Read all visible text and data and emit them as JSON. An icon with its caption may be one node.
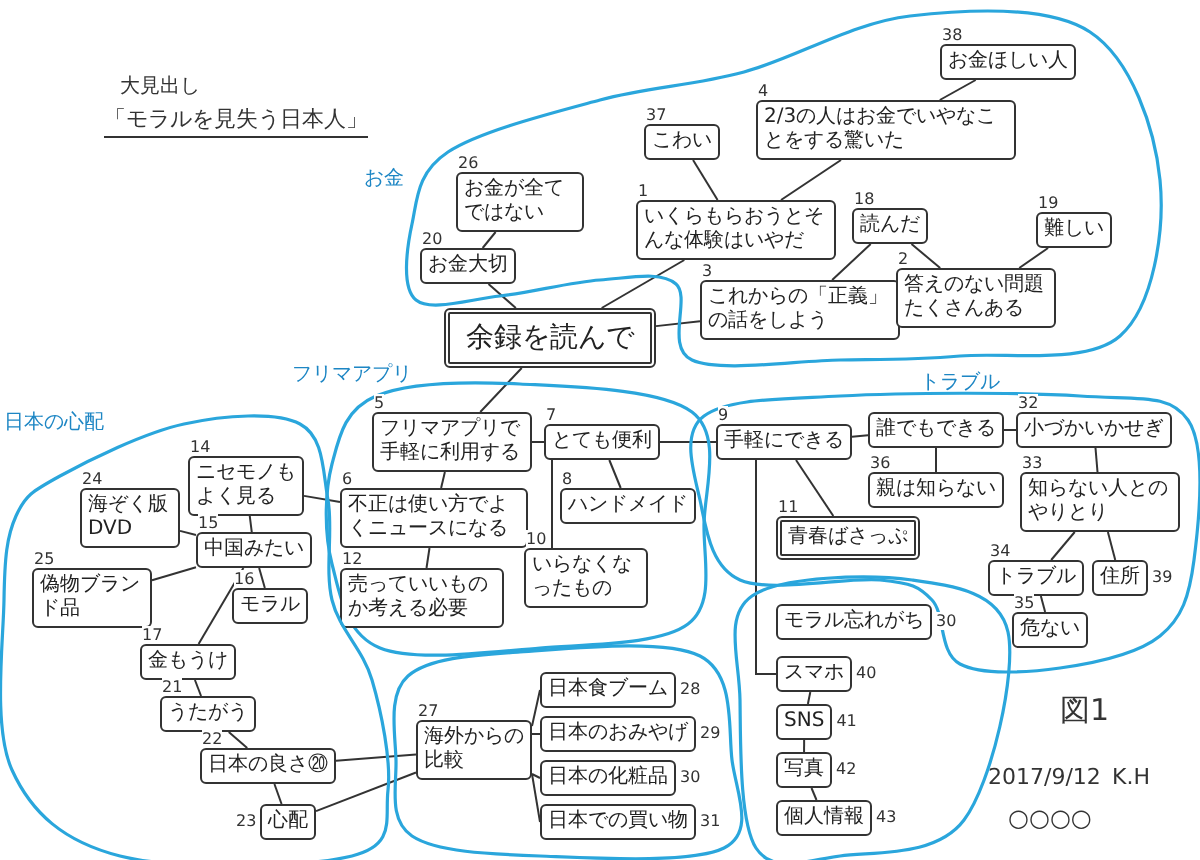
{
  "diagram": {
    "title": "「モラルを見失う日本人」",
    "nodes": [
      {
        "text": [
          "お金"
        ]
      },
      {
        "text": [
          "お金が全てではない"
        ],
        "beside": [
          "26"
        ],
        "in": 0
      },
      {
        "text": [
          "こわい"
        ],
        "beside": [
          "37"
        ],
        "in": 0
      },
      {
        "text": [
          "お金ほしい人"
        ],
        "beside": [
          "38"
        ],
        "in": 0
      },
      {
        "text": [
          "2/3の人はお金でいやなことをする驚いた"
        ],
        "beside": [
          "4"
        ],
        "in": 0
      },
      {
        "text": [
          "いくらもらおうとそんな体験はいやだ"
        ],
        "beside": [
          "1"
        ],
        "in": 0
      },
      {
        "text": [
          "お金大切"
        ],
        "beside": [
          "20"
        ],
        "in": 0
      },
      {
        "text": [
          "読んだ"
        ],
        "beside": [
          "18"
        ],
        "in": 0
      },
      {
        "text": [
          "難しい"
        ],
        "beside": [
          "19"
        ],
        "in": 0
      },
      {
        "text": [
          "これからの「正義」の話をしよう"
        ],
        "beside": [
          "3"
        ],
        "in": 0
      },
      {
        "text": [
          "答えのない問題たくさんある"
        ],
        "beside": [
          "2"
        ],
        "in": 0
      },
      {
        "text": [
          "余録を読んで"
        ]
      },
      {
        "text": [
          "フリマアプリ"
        ]
      },
      {
        "text": [
          "フリマアプリで手軽に利用する"
        ],
        "beside": [
          "5"
        ],
        "in": 12
      },
      {
        "text": [
          "とても便利"
        ],
        "beside": [
          "7"
        ],
        "in": 12
      },
      {
        "text": [
          "不正は使い方でよくニュースになる"
        ],
        "beside": [
          "6"
        ],
        "in": 12
      },
      {
        "text": [
          "ハンドメイド"
        ],
        "beside": [
          "8"
        ],
        "in": 12
      },
      {
        "text": [
          "いらなくなったもの"
        ],
        "beside": [
          "10"
        ],
        "in": 12
      },
      {
        "text": [
          "売っていいものか考える必要"
        ],
        "beside": [
          "12"
        ],
        "in": 12
      },
      {
        "text": [
          "トラブル"
        ]
      },
      {
        "text": [
          "手軽にできる"
        ],
        "beside": [
          "9"
        ],
        "in": 19
      },
      {
        "text": [
          "誰でもできる"
        ],
        "in": 19
      },
      {
        "text": [
          "小づかいかせぎ"
        ],
        "beside": [
          "32"
        ],
        "in": 19
      },
      {
        "text": [
          "親は知らない"
        ],
        "beside": [
          "36"
        ],
        "in": 19
      },
      {
        "text": [
          "知らない人とのやりとり"
        ],
        "beside": [
          "33"
        ],
        "in": 19
      },
      {
        "text": [
          "青春ばさっぷ"
        ],
        "beside": [
          "11"
        ],
        "in": 19
      },
      {
        "text": [
          "住所"
        ],
        "beside": [
          "39"
        ],
        "in": 19
      },
      {
        "text": [
          "トラブル"
        ],
        "beside": [
          "34"
        ],
        "in": 19
      },
      {
        "text": [
          "危ない"
        ],
        "beside": [
          "35"
        ],
        "in": 19
      },
      {
        "text": [
          "日本の心配"
        ]
      },
      {
        "text": [
          "ニセモノもよく見る"
        ],
        "beside": [
          "14"
        ],
        "in": 29
      },
      {
        "text": [
          "海ぞく版 DVD"
        ],
        "beside": [
          "24"
        ],
        "in": 29
      },
      {
        "text": [
          "中国みたい"
        ],
        "beside": [
          "15"
        ],
        "in": 29
      },
      {
        "text": [
          "偽物ブランド品"
        ],
        "beside": [
          "25"
        ],
        "in": 29
      },
      {
        "text": [
          "モラル"
        ],
        "beside": [
          "16"
        ],
        "in": 29
      },
      {
        "text": [
          "金もうけ"
        ],
        "beside": [
          "17"
        ],
        "in": 29
      },
      {
        "text": [
          "うたがう"
        ],
        "beside": [
          "21"
        ],
        "in": 29
      },
      {
        "text": [
          "日本の良さ⑳"
        ],
        "beside": [
          "22"
        ],
        "in": 29
      },
      {
        "text": [
          "心配"
        ],
        "beside": [
          "23"
        ],
        "in": 29
      },
      {
        "text": [],
        "shape": "cloud"
      },
      {
        "text": [
          "海外からの比較"
        ],
        "beside": [
          "27"
        ],
        "in": 39
      },
      {
        "text": [
          "日本食ブーム"
        ],
        "beside": [
          "28"
        ],
        "in": 39
      },
      {
        "text": [
          "日本のおみやげ"
        ],
        "beside": [
          "29"
        ],
        "in": 39
      },
      {
        "text": [
          "日本の化粧品"
        ],
        "beside": [
          "30"
        ],
        "in": 39
      },
      {
        "text": [
          "日本での買い物"
        ],
        "beside": [
          "31"
        ],
        "in": 39
      },
      {
        "text": [],
        "shape": "cloud"
      },
      {
        "text": [
          "モラル忘れがち"
        ],
        "beside": [
          "30"
        ],
        "in": 45
      },
      {
        "text": [
          "スマホ"
        ],
        "beside": [
          "40"
        ],
        "in": 45
      },
      {
        "text": [
          "SNS"
        ],
        "beside": [
          "41"
        ],
        "in": 45
      },
      {
        "text": [
          "写真"
        ],
        "beside": [
          "42"
        ],
        "in": 45
      },
      {
        "text": [
          "個人情報"
        ],
        "beside": [
          "43"
        ],
        "in": 45
      }
    ],
    "edges": [
      {
        "from": 11,
        "to": 6,
        "arrow": "none"
      },
      {
        "from": 6,
        "to": 1,
        "arrow": "none"
      },
      {
        "from": 11,
        "to": 5,
        "arrow": "none"
      },
      {
        "from": 5,
        "to": 2,
        "arrow": "none"
      },
      {
        "from": 5,
        "to": 4,
        "arrow": "none"
      },
      {
        "from": 4,
        "to": 3,
        "arrow": "none"
      },
      {
        "from": 11,
        "to": 9,
        "arrow": "none"
      },
      {
        "from": 9,
        "to": 7,
        "arrow": "none"
      },
      {
        "from": 7,
        "to": 10,
        "arrow": "none"
      },
      {
        "from": 10,
        "to": 8,
        "arrow": "none"
      },
      {
        "from": 11,
        "to": 13,
        "arrow": "none"
      },
      {
        "from": 13,
        "to": 15,
        "arrow": "none"
      },
      {
        "from": 13,
        "to": 14,
        "arrow": "none"
      },
      {
        "from": 15,
        "to": 18,
        "arrow": "none"
      },
      {
        "from": 15,
        "to": 30,
        "arrow": "none"
      },
      {
        "from": 14,
        "to": 16,
        "arrow": "none"
      },
      {
        "from": 14,
        "to": 17,
        "arrow": "none"
      },
      {
        "from": 14,
        "to": 20,
        "arrow": "none"
      },
      {
        "from": 20,
        "to": 21,
        "arrow": "none"
      },
      {
        "from": 21,
        "to": 22,
        "arrow": "none"
      },
      {
        "from": 21,
        "to": 23,
        "arrow": "none"
      },
      {
        "from": 22,
        "to": 24,
        "arrow": "none"
      },
      {
        "from": 24,
        "to": 26,
        "arrow": "none"
      },
      {
        "from": 24,
        "to": 27,
        "arrow": "none"
      },
      {
        "from": 27,
        "to": 28,
        "arrow": "none"
      },
      {
        "from": 20,
        "to": 25,
        "arrow": "none"
      },
      {
        "from": 20,
        "to": 47,
        "arrow": "none"
      },
      {
        "from": 47,
        "to": 48,
        "arrow": "none"
      },
      {
        "from": 48,
        "to": 49,
        "arrow": "none"
      },
      {
        "from": 49,
        "to": 50,
        "arrow": "none"
      },
      {
        "from": 30,
        "to": 32,
        "arrow": "none"
      },
      {
        "from": 32,
        "to": 31,
        "arrow": "none"
      },
      {
        "from": 32,
        "to": 33,
        "arrow": "none"
      },
      {
        "from": 32,
        "to": 34,
        "arrow": "none"
      },
      {
        "from": 32,
        "to": 35,
        "arrow": "none"
      },
      {
        "from": 35,
        "to": 36,
        "arrow": "none"
      },
      {
        "from": 36,
        "to": 37,
        "arrow": "none"
      },
      {
        "from": 37,
        "to": 38,
        "arrow": "none"
      },
      {
        "from": 37,
        "to": 40,
        "arrow": "none"
      },
      {
        "from": 38,
        "to": 40,
        "arrow": "none"
      },
      {
        "from": 40,
        "to": 41,
        "arrow": "none"
      },
      {
        "from": 40,
        "to": 42,
        "arrow": "none"
      },
      {
        "from": 40,
        "to": 43,
        "arrow": "none"
      },
      {
        "from": 40,
        "to": 44,
        "arrow": "none"
      }
    ],
    "labels": [
      "大見出し",
      "図1",
      "2017/9/12",
      "K.H",
      "○○○○"
    ]
  }
}
